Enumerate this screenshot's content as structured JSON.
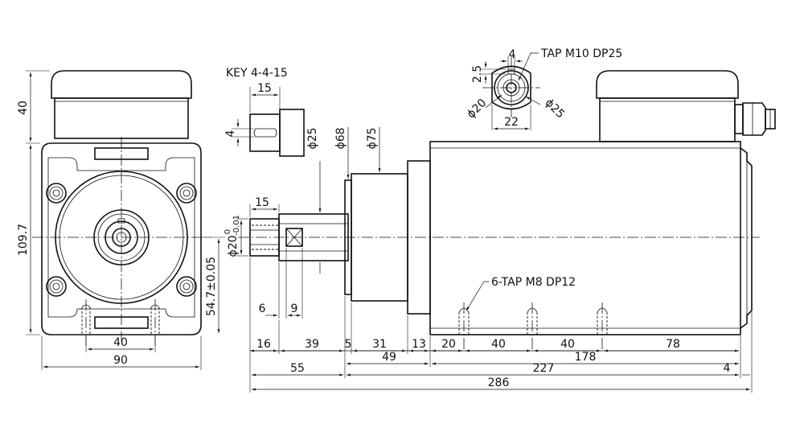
{
  "labels": {
    "key": "KEY 4-4-15",
    "tap_top": "TAP M10 DP25",
    "tap_side": "6-TAP M8 DP12"
  },
  "front_view": {
    "dim_height_top": "40",
    "dim_height_body": "109.7",
    "dim_bolt_spacing": "40",
    "dim_width": "90",
    "dim_center": "54.7±0.05"
  },
  "key_detail": {
    "dim_length": "15",
    "dim_width": "4"
  },
  "top_detail": {
    "dim_keyway": "4",
    "dim_depth": "2.5",
    "dim_d_inner": "ϕ20",
    "dim_d_outer": "ϕ25",
    "dim_flats": "22"
  },
  "side_view": {
    "dia_25": "ϕ25",
    "dia_68": "ϕ68",
    "dia_75": "ϕ75",
    "dia_shaft_tol": "ϕ20",
    "tol_upper": "0",
    "tol_lower": "-0.01",
    "dim_key_len": "15",
    "dim_6": "6",
    "dim_9": "9",
    "row1": [
      "16",
      "39",
      "5",
      "31",
      "13",
      "20",
      "40",
      "40",
      "78"
    ],
    "row2": [
      "49",
      "178"
    ],
    "row3": [
      "55",
      "227",
      "4"
    ],
    "row4": [
      "286"
    ]
  }
}
